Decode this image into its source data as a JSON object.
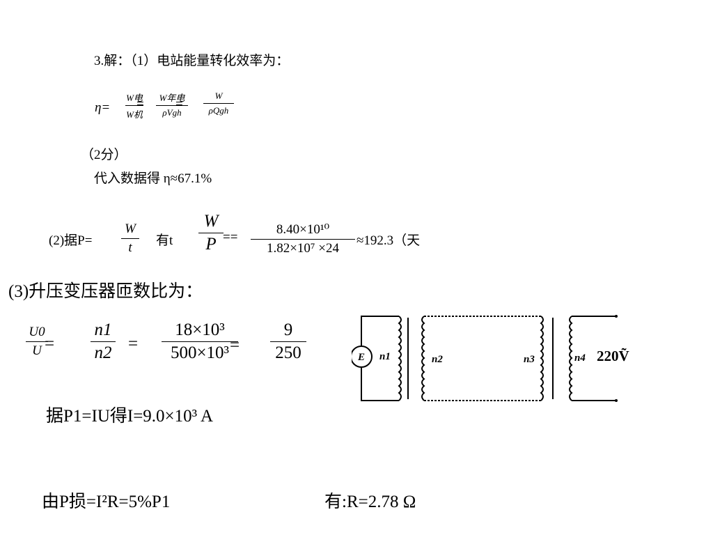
{
  "line1": "3.解：（1）电站能量转化效率为：",
  "eta_formula": {
    "lhs": "η=",
    "f1_num": "W电",
    "f1_den": "W机",
    "eq1": "=",
    "f2_num": "W年电",
    "f2_den": "ρVgh",
    "eq2": "=",
    "f3_num": "W",
    "f3_den": "ρQgh"
  },
  "score": "（2分）",
  "substitute": "代入数据得 η≈67.1%",
  "part2": {
    "prefix": "(2)据P=",
    "f1_num": "W",
    "f1_den": "t",
    "mid": "有t",
    "f2_num": "W",
    "f2_den": "P",
    "eq": "==",
    "f3_num": "8.40×10¹⁰",
    "f3_den": "1.82×10⁷ ×24",
    "result": "≈192.3（天"
  },
  "part3_title": "(3)升压变压器匝数比为：",
  "ratio": {
    "f1_num": "U0",
    "f1_den": "U",
    "eq1": "=",
    "f2_num": "n1",
    "f2_den": "n2",
    "eq2": "=",
    "f3_num": "18×10³",
    "f3_den": "500×10³",
    "eq3": "=",
    "f4_num": "9",
    "f4_den": "250"
  },
  "current_line": "据P1=IU得I=9.0×10³ A",
  "loss_line": "由P损=I²R=5%P1",
  "resistance_line": "有:R=2.78 Ω",
  "circuit": {
    "source_label": "E",
    "coil_labels": [
      "n1",
      "n2",
      "n3",
      "n4"
    ],
    "voltage_label": "220Ṽ"
  }
}
